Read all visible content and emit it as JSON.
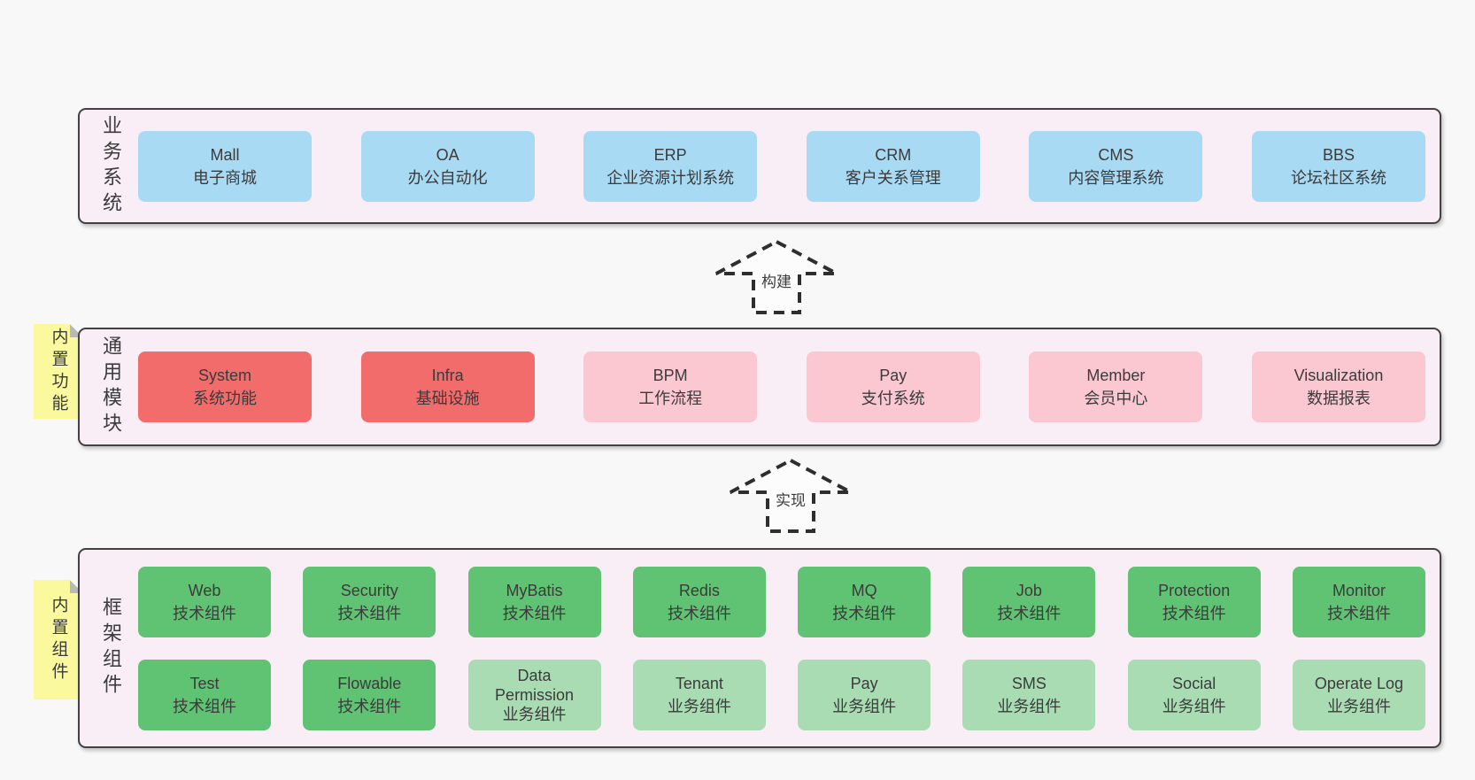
{
  "palette": {
    "page_bg": "#f8f8f8",
    "container_bg": "#f9edf6",
    "container_border": "#424242",
    "box_blue": "#a9daf3",
    "box_red": "#f26c6c",
    "box_pink": "#fbc7d1",
    "box_green": "#60c273",
    "box_green_light": "#aadcb4",
    "note_yellow": "#fbf99e",
    "note_fold": "#b9b9b9",
    "text": "#3b3b3b",
    "arrow_stroke": "#2e2e2e",
    "arrow_fill": "#fcfcfc"
  },
  "arrows": [
    {
      "label": "构建"
    },
    {
      "label": "实现"
    }
  ],
  "layers": [
    {
      "side_label": "业务系统",
      "boxes": [
        {
          "en": "Mall",
          "zh": "电子商城"
        },
        {
          "en": "OA",
          "zh": "办公自动化"
        },
        {
          "en": "ERP",
          "zh": "企业资源计划系统"
        },
        {
          "en": "CRM",
          "zh": "客户关系管理"
        },
        {
          "en": "CMS",
          "zh": "内容管理系统"
        },
        {
          "en": "BBS",
          "zh": "论坛社区系统"
        }
      ]
    },
    {
      "side_label": "通用模块",
      "note": "内置功能",
      "boxes": [
        {
          "en": "System",
          "zh": "系统功能"
        },
        {
          "en": "Infra",
          "zh": "基础设施"
        },
        {
          "en": "BPM",
          "zh": "工作流程"
        },
        {
          "en": "Pay",
          "zh": "支付系统"
        },
        {
          "en": "Member",
          "zh": "会员中心"
        },
        {
          "en": "Visualization",
          "zh": "数据报表"
        }
      ]
    },
    {
      "side_label": "框架组件",
      "note": "内置组件",
      "rows": [
        [
          {
            "en": "Web",
            "zh": "技术组件"
          },
          {
            "en": "Security",
            "zh": "技术组件"
          },
          {
            "en": "MyBatis",
            "zh": "技术组件"
          },
          {
            "en": "Redis",
            "zh": "技术组件"
          },
          {
            "en": "MQ",
            "zh": "技术组件"
          },
          {
            "en": "Job",
            "zh": "技术组件"
          },
          {
            "en": "Protection",
            "zh": "技术组件"
          },
          {
            "en": "Monitor",
            "zh": "技术组件"
          }
        ],
        [
          {
            "en": "Test",
            "zh": "技术组件"
          },
          {
            "en": "Flowable",
            "zh": "技术组件"
          },
          {
            "en": "Data Permission",
            "zh": "业务组件"
          },
          {
            "en": "Tenant",
            "zh": "业务组件"
          },
          {
            "en": "Pay",
            "zh": "业务组件"
          },
          {
            "en": "SMS",
            "zh": "业务组件"
          },
          {
            "en": "Social",
            "zh": "业务组件"
          },
          {
            "en": "Operate Log",
            "zh": "业务组件"
          }
        ]
      ]
    }
  ]
}
